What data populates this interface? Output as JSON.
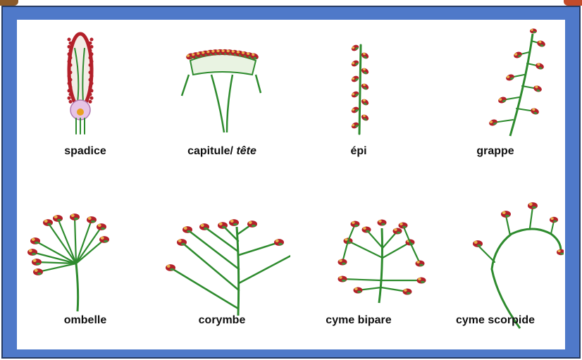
{
  "colors": {
    "frame": "#4f79c9",
    "frame_border": "#273b63",
    "panel": "#ffffff",
    "stem": "#2e8b2e",
    "flower": "#b3202a",
    "label": "#111111"
  },
  "diagram": {
    "cells": [
      {
        "id": "spadice",
        "label": "spadice",
        "icon": "spadix-icon"
      },
      {
        "id": "capitule",
        "label": "capitule/ ",
        "label_italic": "tête",
        "icon": "capitulum-icon"
      },
      {
        "id": "epi",
        "label": "épi",
        "icon": "spike-icon"
      },
      {
        "id": "grappe",
        "label": "grappe",
        "icon": "raceme-icon"
      },
      {
        "id": "ombelle",
        "label": "ombelle",
        "icon": "umbel-icon"
      },
      {
        "id": "corymbe",
        "label": "corymbe",
        "icon": "corymb-icon"
      },
      {
        "id": "cyme-bipare",
        "label": "cyme bipare",
        "icon": "dichasial-cyme-icon"
      },
      {
        "id": "cyme-scorpide",
        "label": "cyme scorpide",
        "icon": "scorpioid-cyme-icon"
      }
    ]
  }
}
